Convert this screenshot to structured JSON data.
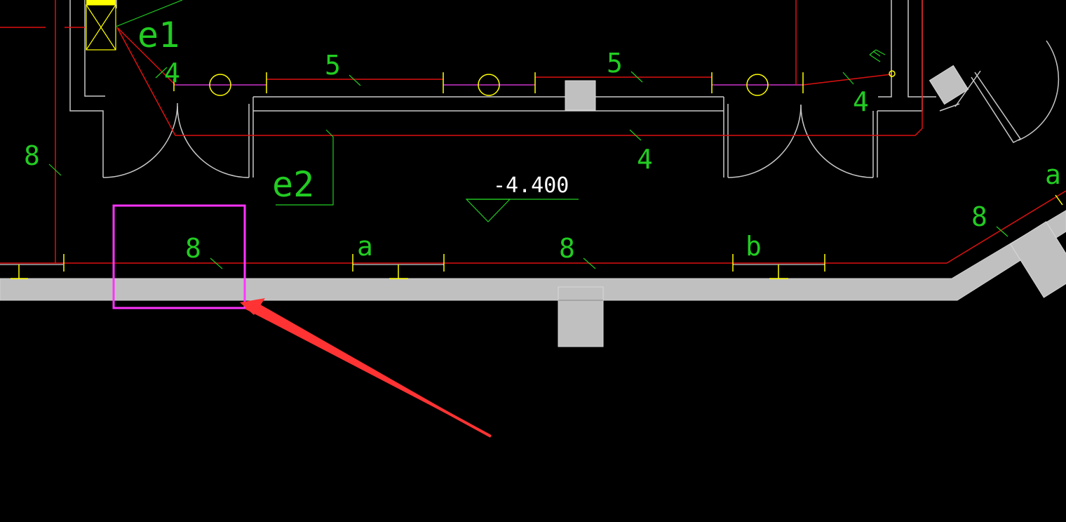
{
  "drawing": {
    "elevation": "-4.400",
    "labels": {
      "e1": "e1",
      "e2": "e2",
      "four_top_left": "4",
      "four_right": "4",
      "four_center": "4",
      "five_left": "5",
      "five_right": "5",
      "eight_left": "8",
      "eight_boxed": "8",
      "eight_center": "8",
      "eight_right": "8",
      "a_center": "a",
      "a_right": "a",
      "b_center": "b"
    },
    "colors": {
      "background": "#000000",
      "annotation": "#22cc22",
      "pipe": "#dd1111",
      "wall": "#c8c8c8",
      "fill": "#c0c0c0",
      "magenta_line": "#cc33cc",
      "yellow": "#ffff00",
      "highlight_box": "#ff33ff",
      "arrow": "#ff3333"
    },
    "icons": [
      "elevation-triangle-icon",
      "ground-symbol-icon",
      "fixture-circle-icon",
      "cross-box-icon"
    ]
  }
}
